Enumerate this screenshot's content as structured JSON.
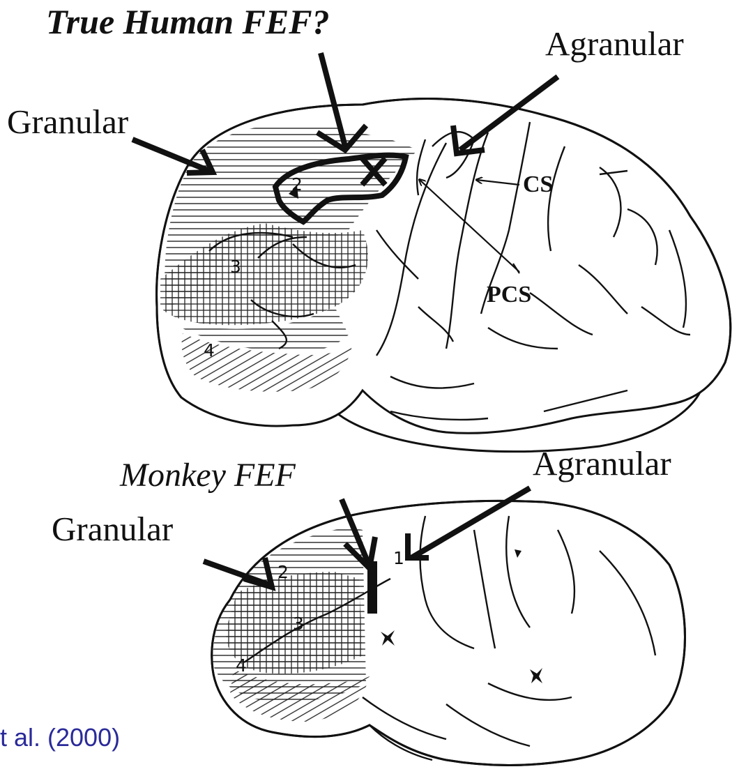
{
  "human": {
    "title": "True Human FEF?",
    "agranular": "Agranular",
    "granular": "Granular",
    "cs": "CS",
    "pcs": "PCS",
    "areas": [
      "2",
      "3",
      "4"
    ]
  },
  "monkey": {
    "title": "Monkey FEF",
    "agranular": "Agranular",
    "granular": "Granular",
    "areas": [
      "1",
      "2",
      "3",
      "4"
    ]
  },
  "citation": "t al. (2000)",
  "colors": {
    "ink": "#111111",
    "citation": "#2a2a9a"
  }
}
